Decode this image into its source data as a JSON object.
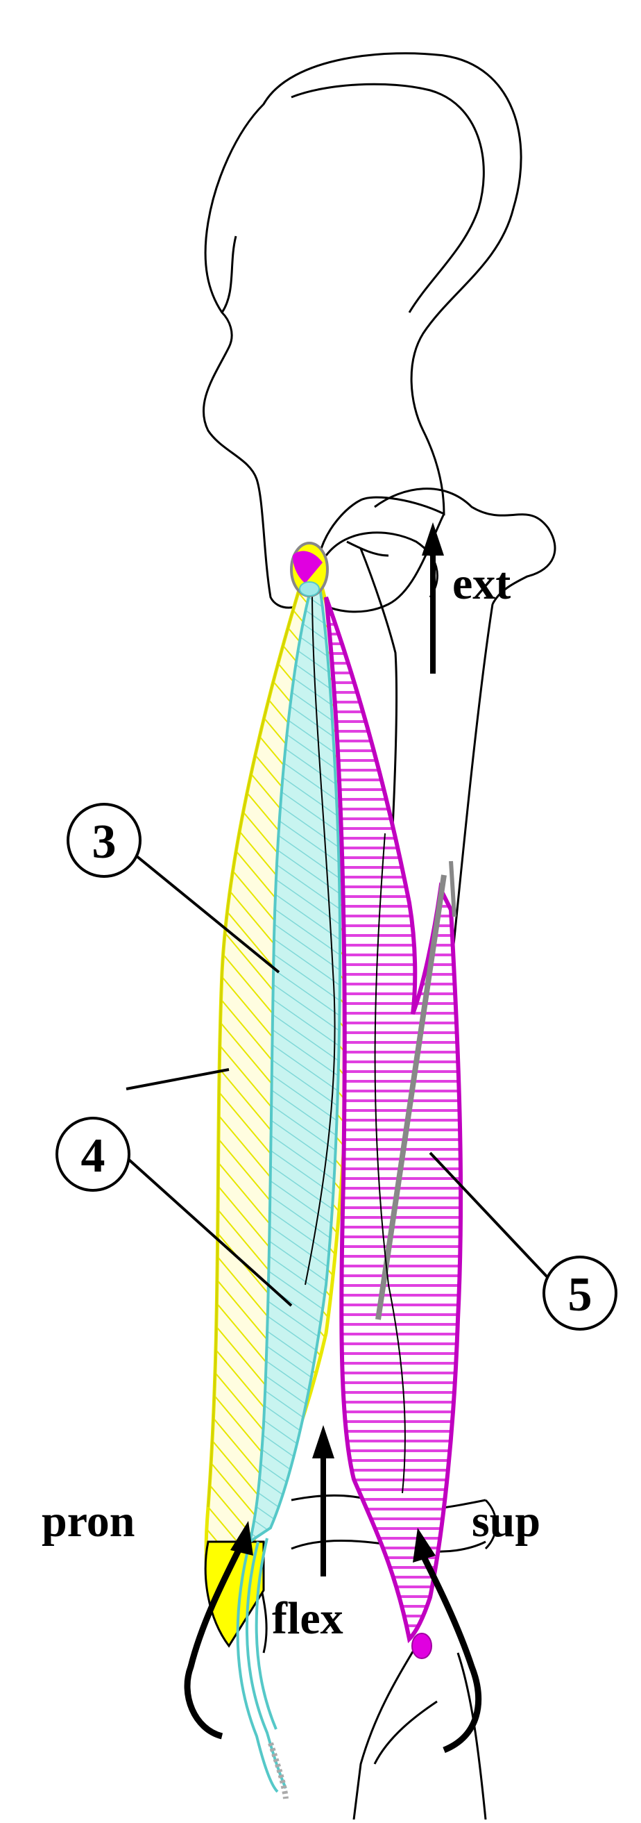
{
  "colors": {
    "bone_outline": "#000000",
    "muscle_3": "#bff2ee",
    "muscle_3_outline": "#55c8c8",
    "muscle_4": "#fffbd0",
    "muscle_4_outline": "#e8e800",
    "muscle_5": "#e040e0",
    "muscle_5_outline": "#c000c0",
    "insertion_yellow": "#ffff00",
    "tendon_grey": "#999999",
    "arrow": "#000000"
  },
  "labels": {
    "muscle_3": "3",
    "muscle_4": "4",
    "muscle_5": "5",
    "ext": "ext",
    "flex": "flex",
    "pron": "pron",
    "sup": "sup"
  }
}
